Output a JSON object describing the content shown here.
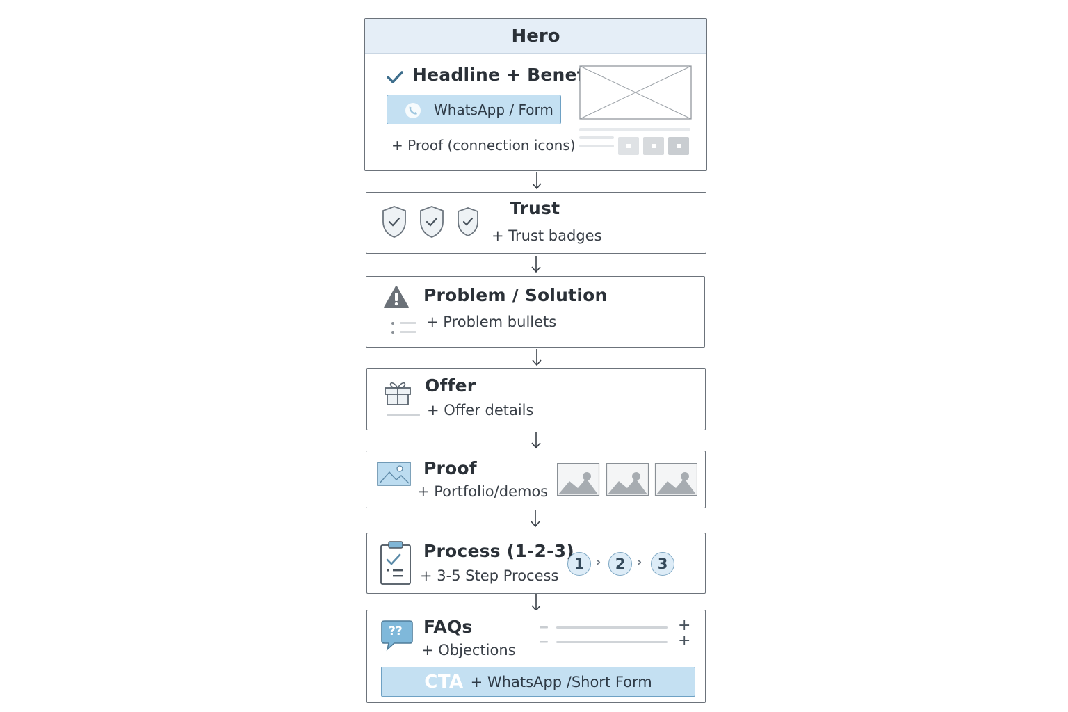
{
  "hero": {
    "title": "Hero",
    "headline": "Headline + Benefit",
    "button_label": "WhatsApp / Form",
    "proof_note": "+ Proof (connection icons)"
  },
  "trust": {
    "title": "Trust",
    "sub": "+ Trust badges"
  },
  "problem": {
    "title": "Problem / Solution",
    "sub": "+ Problem bullets"
  },
  "offer": {
    "title": "Offer",
    "sub": "+ Offer details"
  },
  "proof": {
    "title": "Proof",
    "sub": "+ Portfolio/demos"
  },
  "process": {
    "title": "Process (1-2-3)",
    "sub": "+ 3-5 Step Process",
    "steps": [
      "1",
      "2",
      "3"
    ]
  },
  "faqs": {
    "title": "FAQs",
    "sub": "+ Objections",
    "bubble_text": "??",
    "expand_symbols": [
      "+",
      "+"
    ]
  },
  "cta": {
    "word": "CTA",
    "rest": "+ WhatsApp /Short Form"
  },
  "colors": {
    "accent_blue": "#c4e0f2",
    "accent_border": "#6ea1c4",
    "header_bg": "#e5eef7",
    "border": "#6c737b"
  }
}
